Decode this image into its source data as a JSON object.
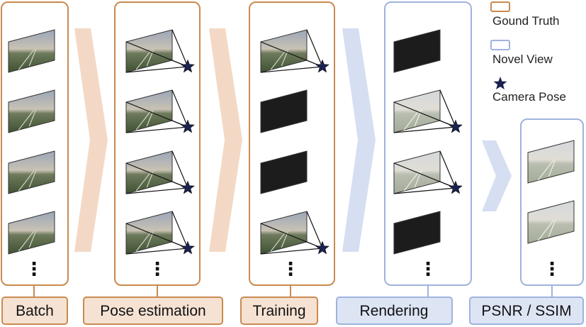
{
  "colors": {
    "ground_truth": "#c98a4f",
    "ground_truth_fill": "#f6e2d3",
    "novel_view": "#9fb3dd",
    "novel_view_fill": "#dde5f5",
    "arrow_orange": "#f3d9c5",
    "arrow_blue": "#d6def2",
    "star": "#1a2350",
    "dark_frame": "#1c1c1c"
  },
  "legend": {
    "ground_truth": "Gound Truth",
    "novel_view": "Novel View",
    "camera_pose": "Camera Pose"
  },
  "stages": [
    {
      "id": "batch",
      "label": "Batch",
      "type": "ground_truth",
      "frames": [
        "photo",
        "photo",
        "photo",
        "photo"
      ],
      "poses": [
        false,
        false,
        false,
        false
      ]
    },
    {
      "id": "pose-estimation",
      "label": "Pose estimation",
      "type": "ground_truth",
      "frames": [
        "photo",
        "photo",
        "photo",
        "photo"
      ],
      "poses": [
        true,
        true,
        true,
        true
      ]
    },
    {
      "id": "training",
      "label": "Training",
      "type": "ground_truth",
      "frames": [
        "photo",
        "dark",
        "dark",
        "photo"
      ],
      "poses": [
        true,
        false,
        false,
        true
      ]
    },
    {
      "id": "rendering",
      "label": "Rendering",
      "type": "novel_view",
      "frames": [
        "dark",
        "faded",
        "faded",
        "dark"
      ],
      "poses": [
        false,
        true,
        true,
        false
      ]
    },
    {
      "id": "psnr-ssim",
      "label": "PSNR / SSIM",
      "type": "novel_view",
      "frames": [
        "faded",
        "faded"
      ],
      "poses": [
        false,
        false
      ]
    }
  ],
  "ellipsis": "⋮"
}
